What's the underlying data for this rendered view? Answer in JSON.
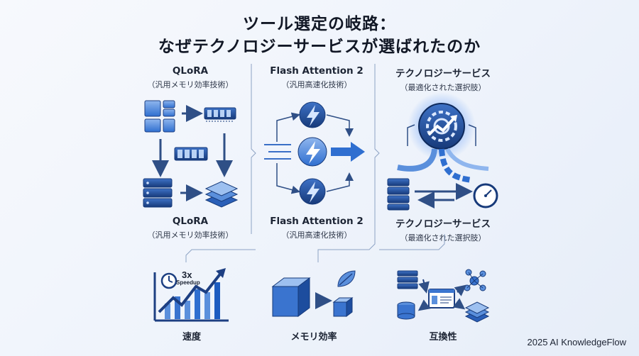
{
  "title": {
    "line1": "ツール選定の岐路：",
    "line2": "なぜテクノロジーサービスが選ばれたのか"
  },
  "columns": [
    {
      "top_name": "QLoRA",
      "top_sub": "（汎用メモリ効率技術）",
      "bottom_name": "QLoRA",
      "bottom_sub": "（汎用メモリ効率技術）"
    },
    {
      "top_name": "Flash Attention 2",
      "top_sub": "（汎用高速化技術）",
      "bottom_name": "Flash Attention 2",
      "bottom_sub": "（汎用高速化技術）"
    },
    {
      "top_name": "テクノロジーサービス",
      "top_sub": "（最適化された選択肢）",
      "bottom_name": "テクノロジーサービス",
      "bottom_sub": "（最適化された選択肢）"
    }
  ],
  "benefits": [
    {
      "label": "速度",
      "icon": "speed-chart-icon"
    },
    {
      "label": "メモリ効率",
      "icon": "memory-cube-icon"
    },
    {
      "label": "互換性",
      "icon": "compatibility-network-icon"
    }
  ],
  "speed_annotation": {
    "multiplier": "3x",
    "caption": "Speedup"
  },
  "footer": "2025 AI KnowledgeFlow",
  "colors": {
    "primary": "#2f6fd0",
    "dark": "#1d3f82",
    "light": "#a9c6f0",
    "glow": "#4f8ff5"
  }
}
